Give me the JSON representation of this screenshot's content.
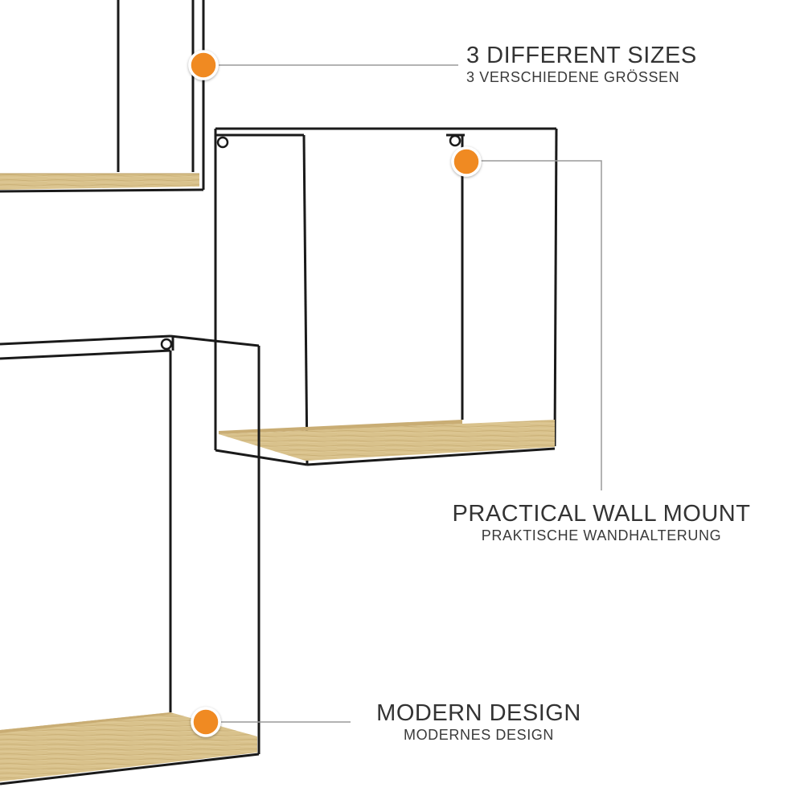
{
  "callouts": {
    "sizes": {
      "title": "3 DIFFERENT SIZES",
      "subtitle": "3 VERSCHIEDENE GRÖSSEN"
    },
    "mount": {
      "title": "PRACTICAL WALL MOUNT",
      "subtitle": "PRAKTISCHE WANDHALTERUNG"
    },
    "design": {
      "title": "MODERN DESIGN",
      "subtitle": "MODERNES DESIGN"
    }
  },
  "colors": {
    "background": "#ffffff",
    "frame": "#1a1a1a",
    "wood": "#d8c08a",
    "wood_edge": "#b89a5c",
    "marker": "#f08a24",
    "leader": "#9a9a9a",
    "text": "#333333"
  }
}
